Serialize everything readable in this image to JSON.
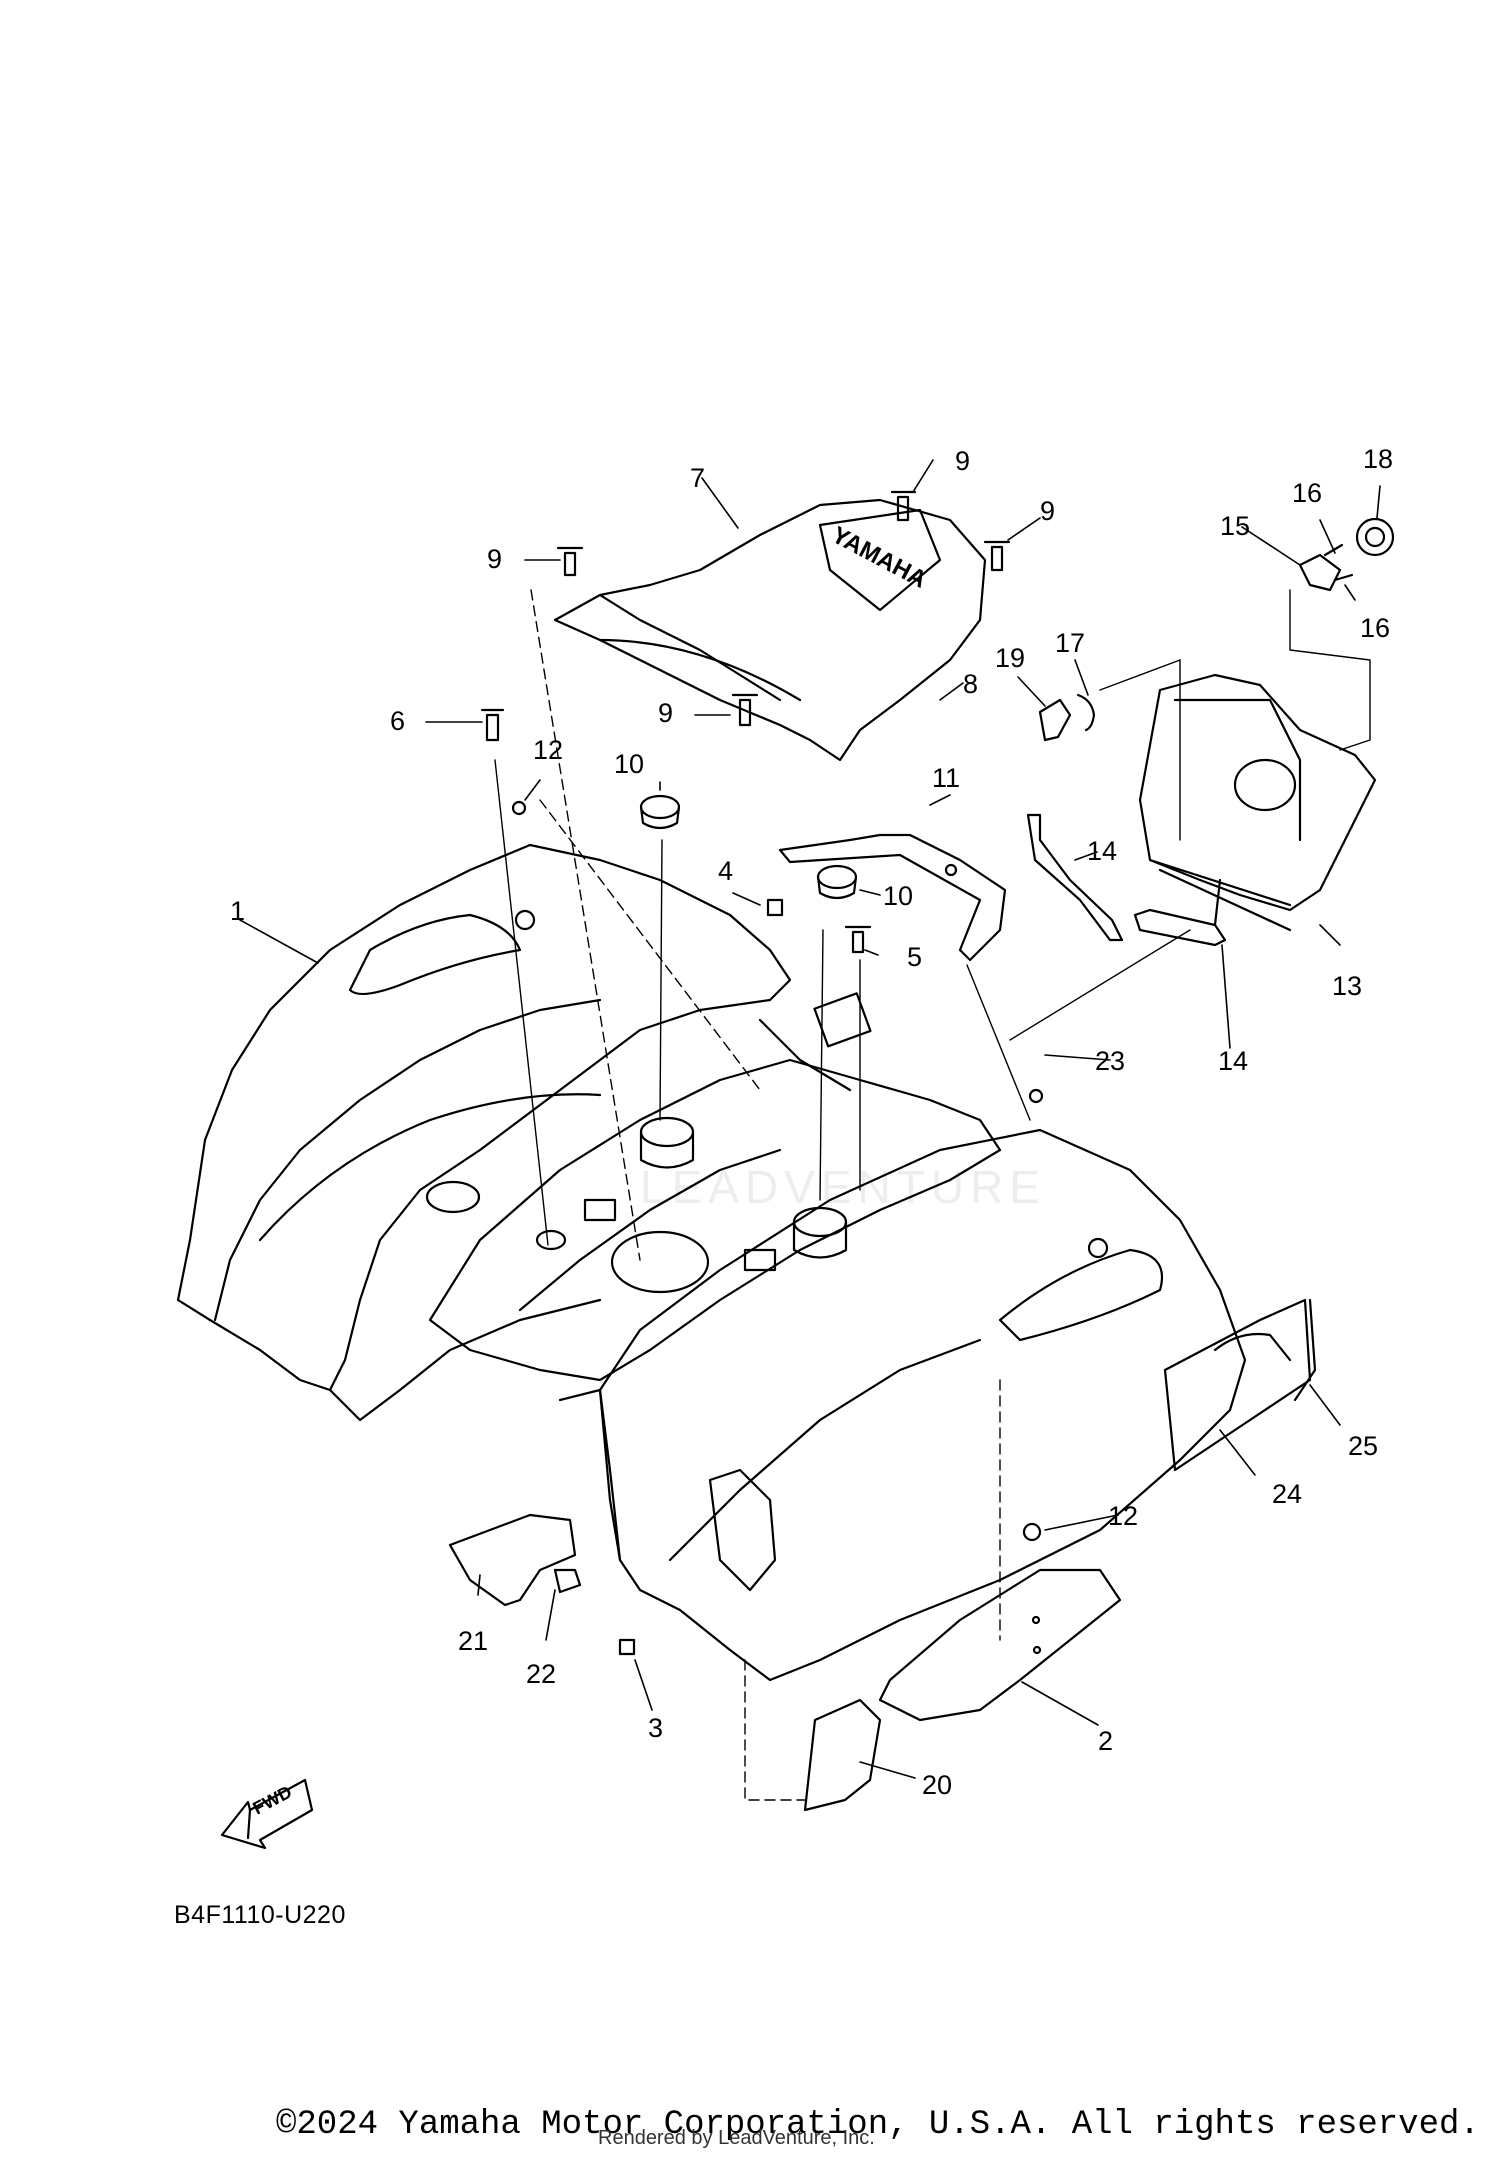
{
  "diagram": {
    "code": "B4F1110-U220",
    "fwd_label": "FWD",
    "brand_text": "YAMAHA",
    "watermark_text": "LEADVENTURE",
    "callouts": [
      "1",
      "2",
      "3",
      "4",
      "5",
      "6",
      "7",
      "8",
      "9",
      "9",
      "9",
      "9",
      "10",
      "10",
      "11",
      "12",
      "12",
      "13",
      "14",
      "14",
      "15",
      "16",
      "16",
      "17",
      "18",
      "19",
      "20",
      "21",
      "22",
      "23",
      "24",
      "25"
    ]
  },
  "footer": {
    "copyright": "©2024 Yamaha Motor Corporation, U.S.A. All rights reserved.",
    "rendered_by": "Rendered by LeadVenture, Inc."
  }
}
